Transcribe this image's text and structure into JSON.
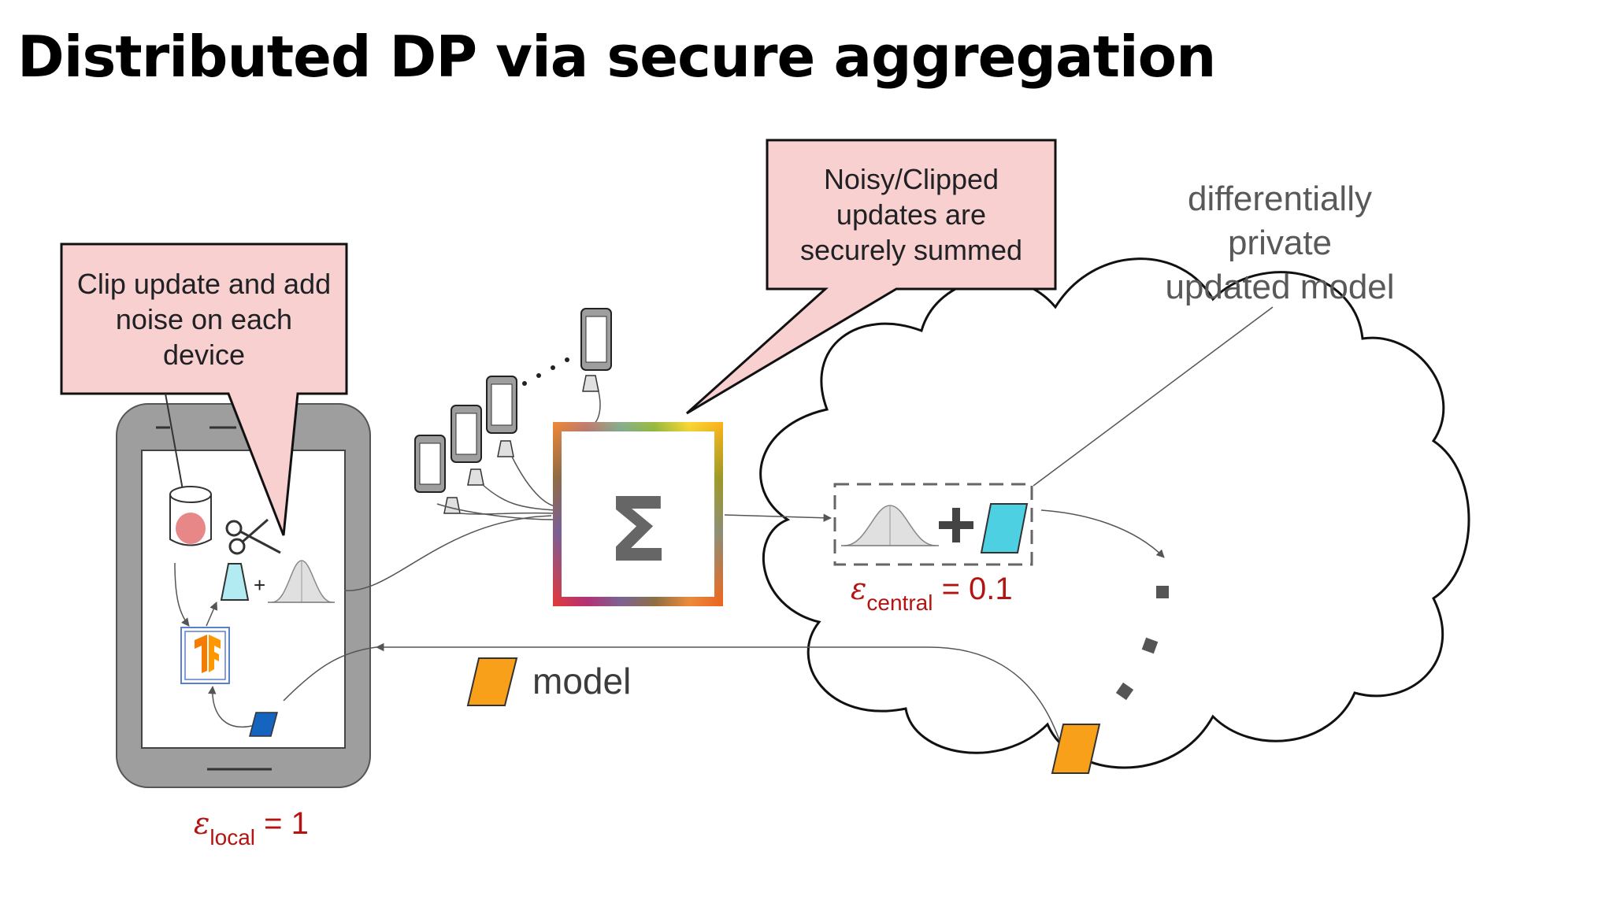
{
  "title": "Distributed DP via secure aggregation",
  "callout_device": {
    "lines": [
      "Clip update and add",
      "noise on each",
      "device"
    ],
    "fill": "#f9d0d0"
  },
  "callout_server": {
    "lines": [
      "Noisy/Clipped",
      "updates are",
      "securely summed"
    ],
    "fill": "#f9d0d0"
  },
  "dp_model_label": {
    "lines": [
      "differentially",
      "private",
      "updated model"
    ]
  },
  "model_label": "model",
  "sigma_symbol": "Σ",
  "epsilon_local": {
    "symbol": "ε",
    "subscript": "local",
    "value": "= 1"
  },
  "epsilon_central": {
    "symbol": "ε",
    "subscript": "central",
    "value": "= 0.1"
  },
  "icons": [
    "phone-icon",
    "database-icon",
    "scissors-icon",
    "clipped-update-icon",
    "gaussian-noise-icon",
    "tensorflow-icon",
    "cloud-icon",
    "model-parallelogram-icon",
    "sigma-aggregator-icon"
  ],
  "colors": {
    "callout_fill": "#f9d0d0",
    "epsilon_text": "#b31412",
    "model_orange": "#f9a01b",
    "update_cyan": "#4dd0e1",
    "update_blue": "#1565c0",
    "phone_gray": "#9e9e9e"
  }
}
